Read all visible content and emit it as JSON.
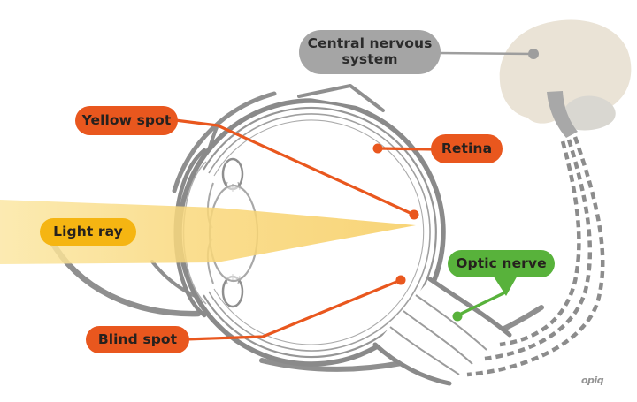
{
  "title": "Eye and central nervous system diagram",
  "canvas": {
    "background": "#ffffff"
  },
  "labels": {
    "central_nervous_system": {
      "line1": "Central nervous",
      "line2": "system",
      "bg": "#a5a5a5",
      "text_color": "#2b2b2b"
    },
    "yellow_spot": {
      "text": "Yellow spot",
      "bg": "#e9571e",
      "text_color": "#26211e"
    },
    "retina": {
      "text": "Retina",
      "bg": "#e9571e",
      "text_color": "#26211e"
    },
    "light_ray": {
      "text": "Light ray",
      "bg": "#f5b512",
      "text_color": "#26211e"
    },
    "optic_nerve": {
      "text": "Optic nerve",
      "bg": "#58b23b",
      "text_color": "#26211e"
    },
    "blind_spot": {
      "text": "Blind spot",
      "bg": "#e9571e",
      "text_color": "#26211e"
    }
  },
  "diagram_parts": [
    "eyeball cross-section",
    "cornea",
    "lens",
    "ciliary body",
    "retina layers",
    "light ray beam converging on yellow spot",
    "optic nerve bundle",
    "dashed optic tract to brain",
    "brain with cerebellum and brainstem",
    "eye muscles"
  ],
  "colors": {
    "label_orange": "#e9571e",
    "label_amber": "#f5b512",
    "label_green": "#58b23b",
    "label_gray": "#a5a5a5",
    "beam_light": "#fbe39b",
    "beam_deep": "#f8cf64",
    "eye_outline_gray": "#8a8a8a",
    "inner_layer_gray": "#9c9c9c",
    "brain_cream": "#eae3d6",
    "cerebellum_gray": "#d9d7d1",
    "brainstem_gray": "#a8a8a8",
    "leader_gray": "#9e9e9e",
    "text_dark": "#26211e"
  },
  "watermark": {
    "text": "opiq"
  }
}
